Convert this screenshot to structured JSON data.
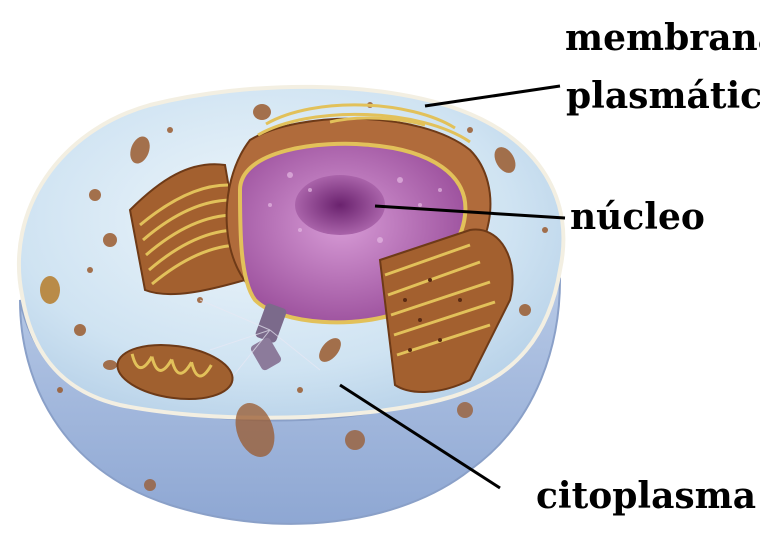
{
  "labels": {
    "membrana_line1": "membrana",
    "membrana_line2": "plasmática",
    "nucleo": "núcleo",
    "citoplasma": "citoplasma"
  },
  "colors": {
    "cytoplasm_top": "#cfe3f2",
    "cell_lower": "#a9bfe0",
    "nucleus": "#b86fb8",
    "nucleolus": "#7a2f7f",
    "organelle_brown": "#9a5a2e",
    "golgi_yellow": "#e2c15a",
    "membrane_edge": "#f3efe2"
  },
  "icons": {
    "cell": "animal-cell-illustration"
  }
}
